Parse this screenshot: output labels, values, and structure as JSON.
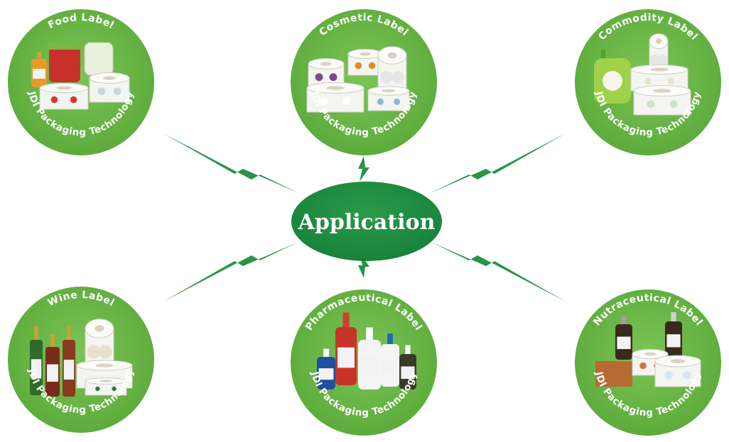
{
  "center": {
    "label": "Application"
  },
  "colors": {
    "green": "#6cb944",
    "dark_green": "#1f8a3c",
    "accent_green": "#279447",
    "label_text": "#ffffff"
  },
  "nodes": [
    {
      "id": "food",
      "title": "Food Label",
      "brand": "JDI Packaging Technology",
      "product_icon": "food-products"
    },
    {
      "id": "cosmetic",
      "title": "Cosmetic Label",
      "brand": "JDI Packaging Technology",
      "product_icon": "cosmetic-label-rolls"
    },
    {
      "id": "commodity",
      "title": "Commodity Label",
      "brand": "JDI Packaging Technology",
      "product_icon": "commodity-products"
    },
    {
      "id": "wine",
      "title": "Wine Label",
      "brand": "JDI Packaging Technology",
      "product_icon": "wine-bottles"
    },
    {
      "id": "pharmaceutical",
      "title": "Pharmaceutical Label",
      "brand": "JDI Packaging Technology",
      "product_icon": "medicine-bottles"
    },
    {
      "id": "nutraceutical",
      "title": "Nutraceutical Label",
      "brand": "JDI Packaging Technology",
      "product_icon": "supplement-bottles"
    }
  ]
}
